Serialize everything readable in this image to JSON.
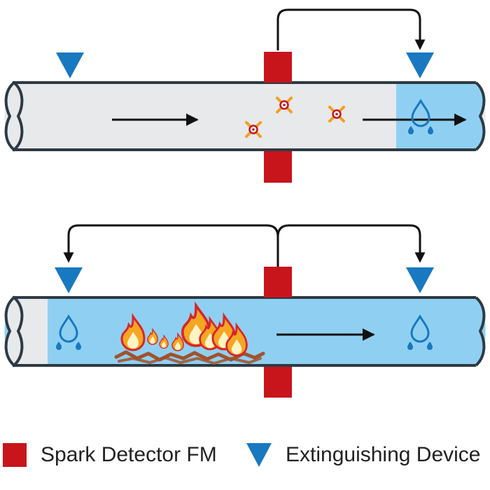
{
  "legend": {
    "detector_label": "Spark Detector FM",
    "device_label": "Extinguishing Device"
  },
  "colors": {
    "detector": "#c8141b",
    "device": "#1878c0",
    "pipe_fill": "#e8e9eb",
    "pipe_stroke": "#2e3a44",
    "extinguish_zone": "#8fd0f2",
    "spark": "#f0a020",
    "spark_core": "#c8141b",
    "flame_outer": "#d8252a",
    "flame_mid": "#f5a623",
    "flame_inner": "#fff4c4",
    "embers": "#a0522d",
    "arrow": "#111111",
    "water_drop": "#1878c0"
  },
  "scenarios": [
    {
      "id": "sparks",
      "hazard": "sparks",
      "spark_count": 3,
      "signals": [
        "downstream"
      ]
    },
    {
      "id": "fire",
      "hazard": "fire",
      "signals": [
        "upstream",
        "downstream"
      ]
    }
  ]
}
